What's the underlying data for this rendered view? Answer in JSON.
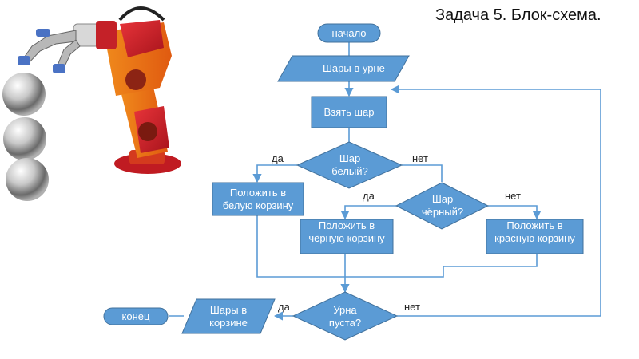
{
  "page": {
    "title": "Задача 5. Блок-схема."
  },
  "colors": {
    "node_fill": "#5b9bd5",
    "node_border": "#41719c",
    "line": "#5b9bd5",
    "node_text": "#ffffff"
  },
  "illustration": {
    "subject": "robot-arm-with-metal-balls"
  },
  "flowchart": {
    "nodes": {
      "start": "начало",
      "input_balls": "Шары в урне",
      "take_ball": "Взять шар",
      "decision_white": "Шар белый?",
      "put_white": "Положить в белую корзину",
      "decision_black": "Шар чёрный?",
      "put_black": "Положить в чёрную корзину",
      "put_red": "Положить в красную корзину",
      "decision_empty": "Урна пуста?",
      "output_balls": "Шары в корзине",
      "end": "конец"
    },
    "labels": {
      "white_yes": "да",
      "white_no": "нет",
      "black_yes": "да",
      "black_no": "нет",
      "empty_yes": "да",
      "empty_no": "нет"
    }
  }
}
